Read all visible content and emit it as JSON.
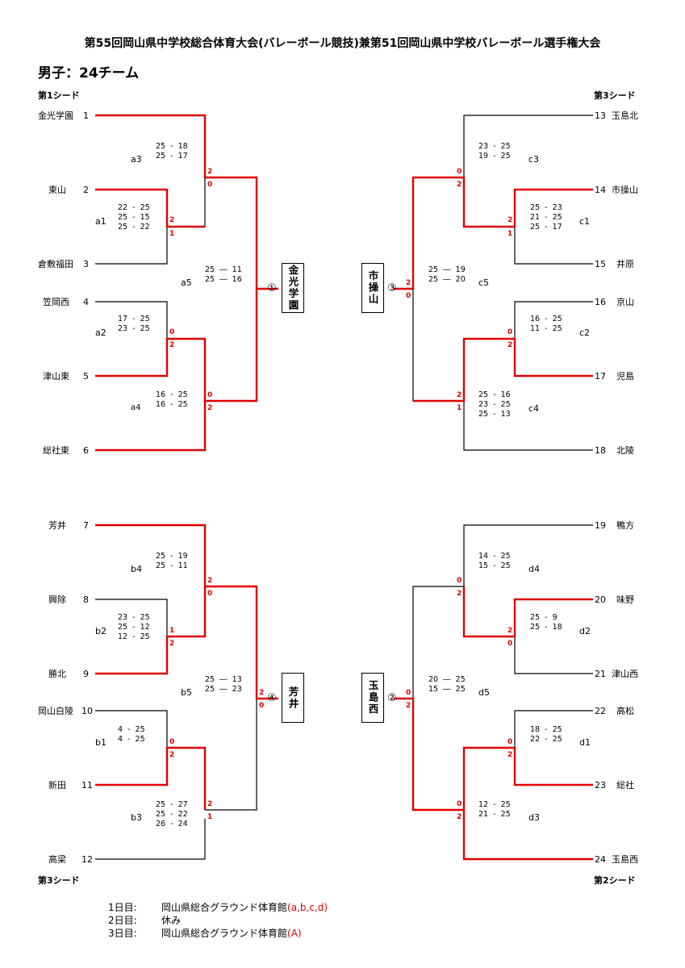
{
  "title": "第55回岡山県中学校総合体育大会(バレーボール競技)兼第51回岡山県中学校バレーボール選手権大会",
  "subtitle": "男子：24チーム",
  "seeds": {
    "tl": "第1シード",
    "tr": "第3シード",
    "bl": "第3シード",
    "br": "第2シード"
  },
  "teams": [
    {
      "name": "金光学園",
      "no": "1"
    },
    {
      "name": "東山",
      "no": "2"
    },
    {
      "name": "倉敷福田",
      "no": "3"
    },
    {
      "name": "笠岡西",
      "no": "4"
    },
    {
      "name": "津山東",
      "no": "5"
    },
    {
      "name": "総社東",
      "no": "6"
    },
    {
      "name": "芳井",
      "no": "7"
    },
    {
      "name": "興除",
      "no": "8"
    },
    {
      "name": "勝北",
      "no": "9"
    },
    {
      "name": "岡山白陵",
      "no": "10"
    },
    {
      "name": "新田",
      "no": "11"
    },
    {
      "name": "高梁",
      "no": "12"
    },
    {
      "name": "玉島北",
      "no": "13"
    },
    {
      "name": "市操山",
      "no": "14"
    },
    {
      "name": "井原",
      "no": "15"
    },
    {
      "name": "京山",
      "no": "16"
    },
    {
      "name": "児島",
      "no": "17"
    },
    {
      "name": "北陵",
      "no": "18"
    },
    {
      "name": "鴨方",
      "no": "19"
    },
    {
      "name": "味野",
      "no": "20"
    },
    {
      "name": "津山西",
      "no": "21"
    },
    {
      "name": "高松",
      "no": "22"
    },
    {
      "name": "総社",
      "no": "23"
    },
    {
      "name": "玉島西",
      "no": "24"
    }
  ],
  "matches": {
    "a1": {
      "code": "a1",
      "scores": "22  ‐  25\n25  ‐  15\n25  ‐  22",
      "top": "2",
      "bottom": "1"
    },
    "a2": {
      "code": "a2",
      "scores": "17  ‐  25\n23  ‐  25",
      "top": "0",
      "bottom": "2"
    },
    "a3": {
      "code": "a3",
      "scores": "25  ‐  18\n25  ‐  17",
      "top": "2",
      "bottom": "0"
    },
    "a4": {
      "code": "a4",
      "scores": "16  ‐  25\n16  ‐  25",
      "top": "0",
      "bottom": "2"
    },
    "a5": {
      "code": "a5",
      "scores": "25  ―  11\n25  ―  16"
    },
    "b1": {
      "code": "b1",
      "scores": "4  ‐  25\n4  ‐  25",
      "top": "0",
      "bottom": "2"
    },
    "b2": {
      "code": "b2",
      "scores": "23  ‐  25\n25  ‐  12\n12  ‐  25",
      "top": "1",
      "bottom": "2"
    },
    "b3": {
      "code": "b3",
      "scores": "25  ‐  27\n25  ‐  22\n26  ‐  24",
      "top": "2",
      "bottom": "1"
    },
    "b4": {
      "code": "b4",
      "scores": "25  ‐  19\n25  ‐  11",
      "top": "2",
      "bottom": "0"
    },
    "b5": {
      "code": "b5",
      "scores": "25  ―  13\n25  ―  23",
      "top": "2",
      "bottom": "0"
    },
    "c1": {
      "code": "c1",
      "scores": "25  ‐  23\n21  ‐  25\n25  ‐  17",
      "top": "2",
      "bottom": "1"
    },
    "c2": {
      "code": "c2",
      "scores": "16  ‐  25\n11  ‐  25",
      "top": "0",
      "bottom": "2"
    },
    "c3": {
      "code": "c3",
      "scores": "23  ‐  25\n19  ‐  25",
      "top": "0",
      "bottom": "2"
    },
    "c4": {
      "code": "c4",
      "scores": "25  ‐  16\n23  ‐  25\n25  ‐  13",
      "top": "2",
      "bottom": "1"
    },
    "c5": {
      "code": "c5",
      "scores": "25  ―  19\n25  ―  20",
      "top": "2",
      "bottom": "0"
    },
    "d1": {
      "code": "d1",
      "scores": "18  ‐  25\n22  ‐  25",
      "top": "0",
      "bottom": "2"
    },
    "d2": {
      "code": "d2",
      "scores": "25  ‐  9\n25  ‐  18",
      "top": "2",
      "bottom": "0"
    },
    "d3": {
      "code": "d3",
      "scores": "12  ‐  25\n21  ‐  25",
      "top": "0",
      "bottom": "2"
    },
    "d4": {
      "code": "d4",
      "scores": "14  ‐  25\n15  ‐  25",
      "top": "0",
      "bottom": "2"
    },
    "d5": {
      "code": "d5",
      "scores": "20  ―  25\n15  ―  25",
      "top": "0",
      "bottom": "2"
    }
  },
  "finals": {
    "a": {
      "mark": "①",
      "winner": "金光学園"
    },
    "b": {
      "mark": "④",
      "winner": "芳井"
    },
    "c": {
      "mark": "③",
      "winner": "市操山"
    },
    "d": {
      "mark": "②",
      "winner": "玉島西"
    }
  },
  "schedule": [
    {
      "day": "1日目:",
      "venue": "岡山県総合グラウンド体育館",
      "note": "(a,b,c,d)"
    },
    {
      "day": "2日目:",
      "venue": "休み",
      "note": ""
    },
    {
      "day": "3日目:",
      "venue": "岡山県総合グラウンド体育館",
      "note": "(A)"
    }
  ],
  "colors": {
    "win": "#e00000",
    "line": "#000000"
  }
}
